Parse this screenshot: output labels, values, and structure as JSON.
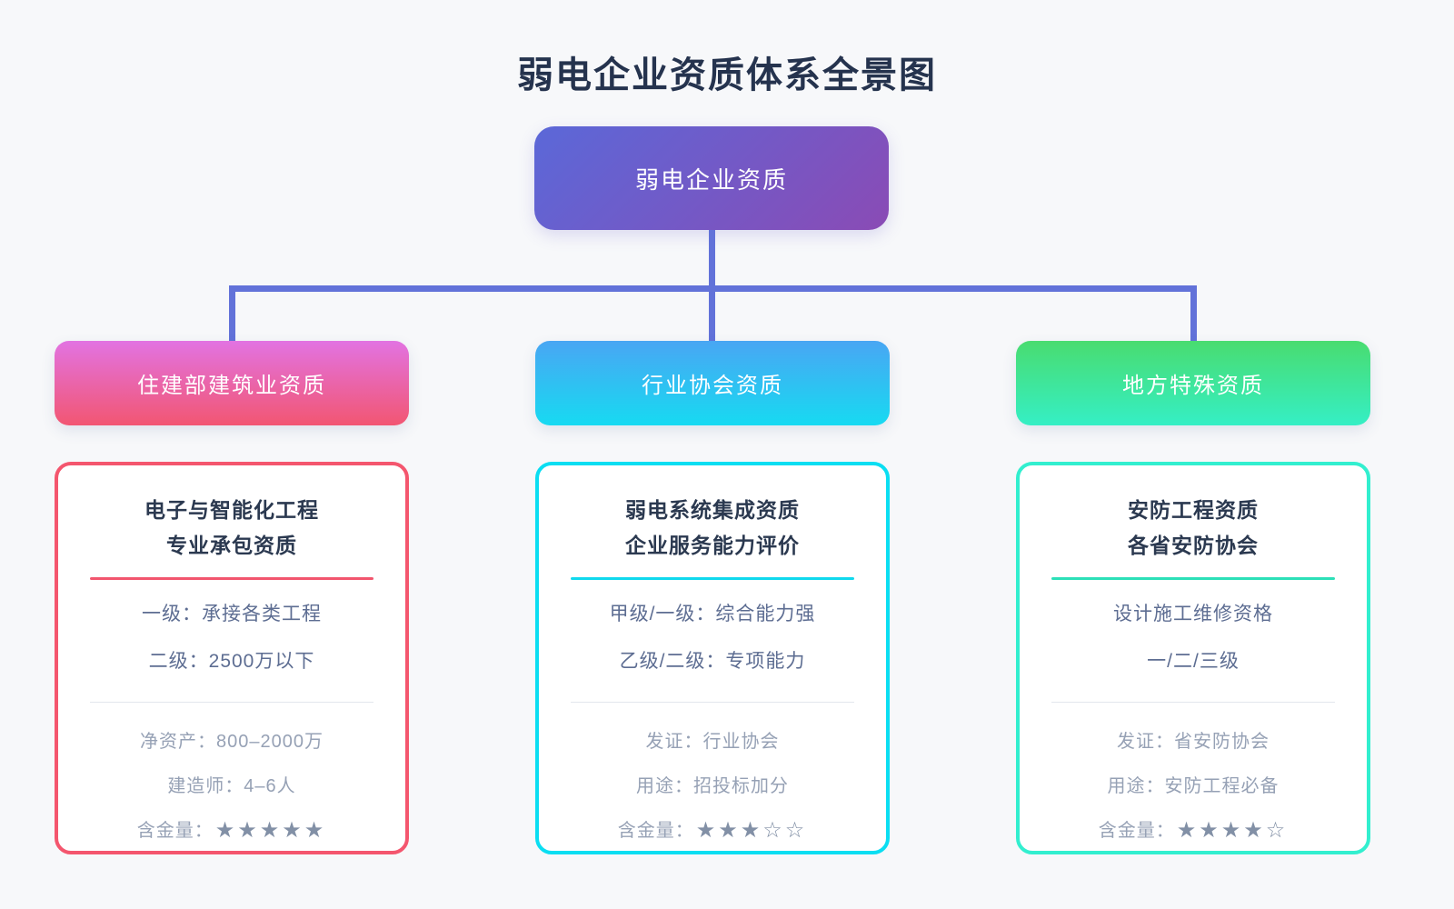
{
  "page": {
    "title": "弱电企业资质体系全景图",
    "background_color": "#f7f8fa",
    "title_color": "#25334e"
  },
  "root_node": {
    "label": "弱电企业资质",
    "gradient": [
      "#5b68d8",
      "#8a4bb5"
    ]
  },
  "connector": {
    "color": "#6272d9"
  },
  "branches": [
    {
      "category": {
        "label": "住建部建筑业资质",
        "gradient": [
          "#e273e2",
          "#f25672"
        ]
      },
      "card": {
        "accent": "#f4566e",
        "title_lines": [
          "电子与智能化工程",
          "专业承包资质"
        ],
        "levels": [
          "一级：承接各类工程",
          "二级：2500万以下"
        ],
        "meta": [
          "净资产：800–2000万",
          "建造师：4–6人"
        ],
        "rating": {
          "label": "含金量：",
          "stars": "★★★★★"
        }
      }
    },
    {
      "category": {
        "label": "行业协会资质",
        "gradient": [
          "#49a6f3",
          "#17daf2"
        ]
      },
      "card": {
        "accent": "#0adef2",
        "title_lines": [
          "弱电系统集成资质",
          "企业服务能力评价"
        ],
        "levels": [
          "甲级/一级：综合能力强",
          "乙级/二级：专项能力"
        ],
        "meta": [
          "发证：行业协会",
          "用途：招投标加分"
        ],
        "rating": {
          "label": "含金量：",
          "stars": "★★★☆☆"
        }
      }
    },
    {
      "category": {
        "label": "地方特殊资质",
        "gradient": [
          "#49dc70",
          "#35efc5"
        ]
      },
      "card": {
        "accent": "#32efcf",
        "title_lines": [
          "安防工程资质",
          "各省安防协会"
        ],
        "levels": [
          "设计施工维修资格",
          "一/二/三级"
        ],
        "meta": [
          "发证：省安防协会",
          "用途：安防工程必备"
        ],
        "rating": {
          "label": "含金量：",
          "stars": "★★★★☆"
        }
      }
    }
  ]
}
